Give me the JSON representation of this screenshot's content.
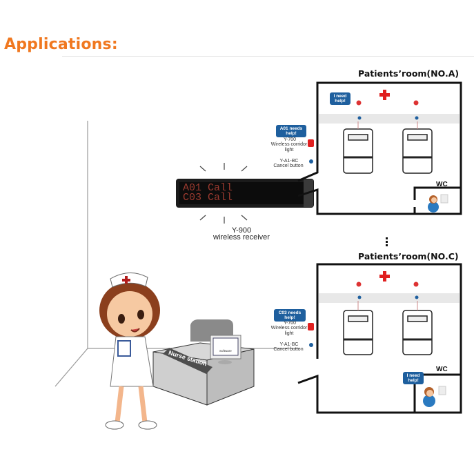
{
  "header": {
    "title": "Applications:"
  },
  "receiver": {
    "display_lines": [
      "A01 Call",
      "C03 Call"
    ],
    "model": "Y-900",
    "caption": "wireless receiver"
  },
  "nurse_station": {
    "sign": "Nurse station",
    "monitor_label": "Software"
  },
  "rooms": [
    {
      "title": "Patients’room(NO.A)",
      "corridor_bubble": "A01 needs help!",
      "corridor_light_model": "Y-700",
      "corridor_light_caption": "Wireless corridor light",
      "cancel_model": "Y-A1-BC",
      "cancel_caption": "Cancel button",
      "bed_bubble": "I need help!",
      "wc_label": "WC"
    },
    {
      "title": "Patients’room(NO.C)",
      "corridor_bubble": "C03 needs help!",
      "corridor_light_model": "Y-700",
      "corridor_light_caption": "Wireless corridor light",
      "cancel_model": "Y-A1-BC",
      "cancel_caption": "Cancel button",
      "wc_bubble": "I need help!",
      "wc_label": "WC"
    }
  ],
  "colors": {
    "title": "#f07820",
    "bubble": "#1e5f9e",
    "alarm": "#e02020",
    "cross": "#e02020"
  }
}
